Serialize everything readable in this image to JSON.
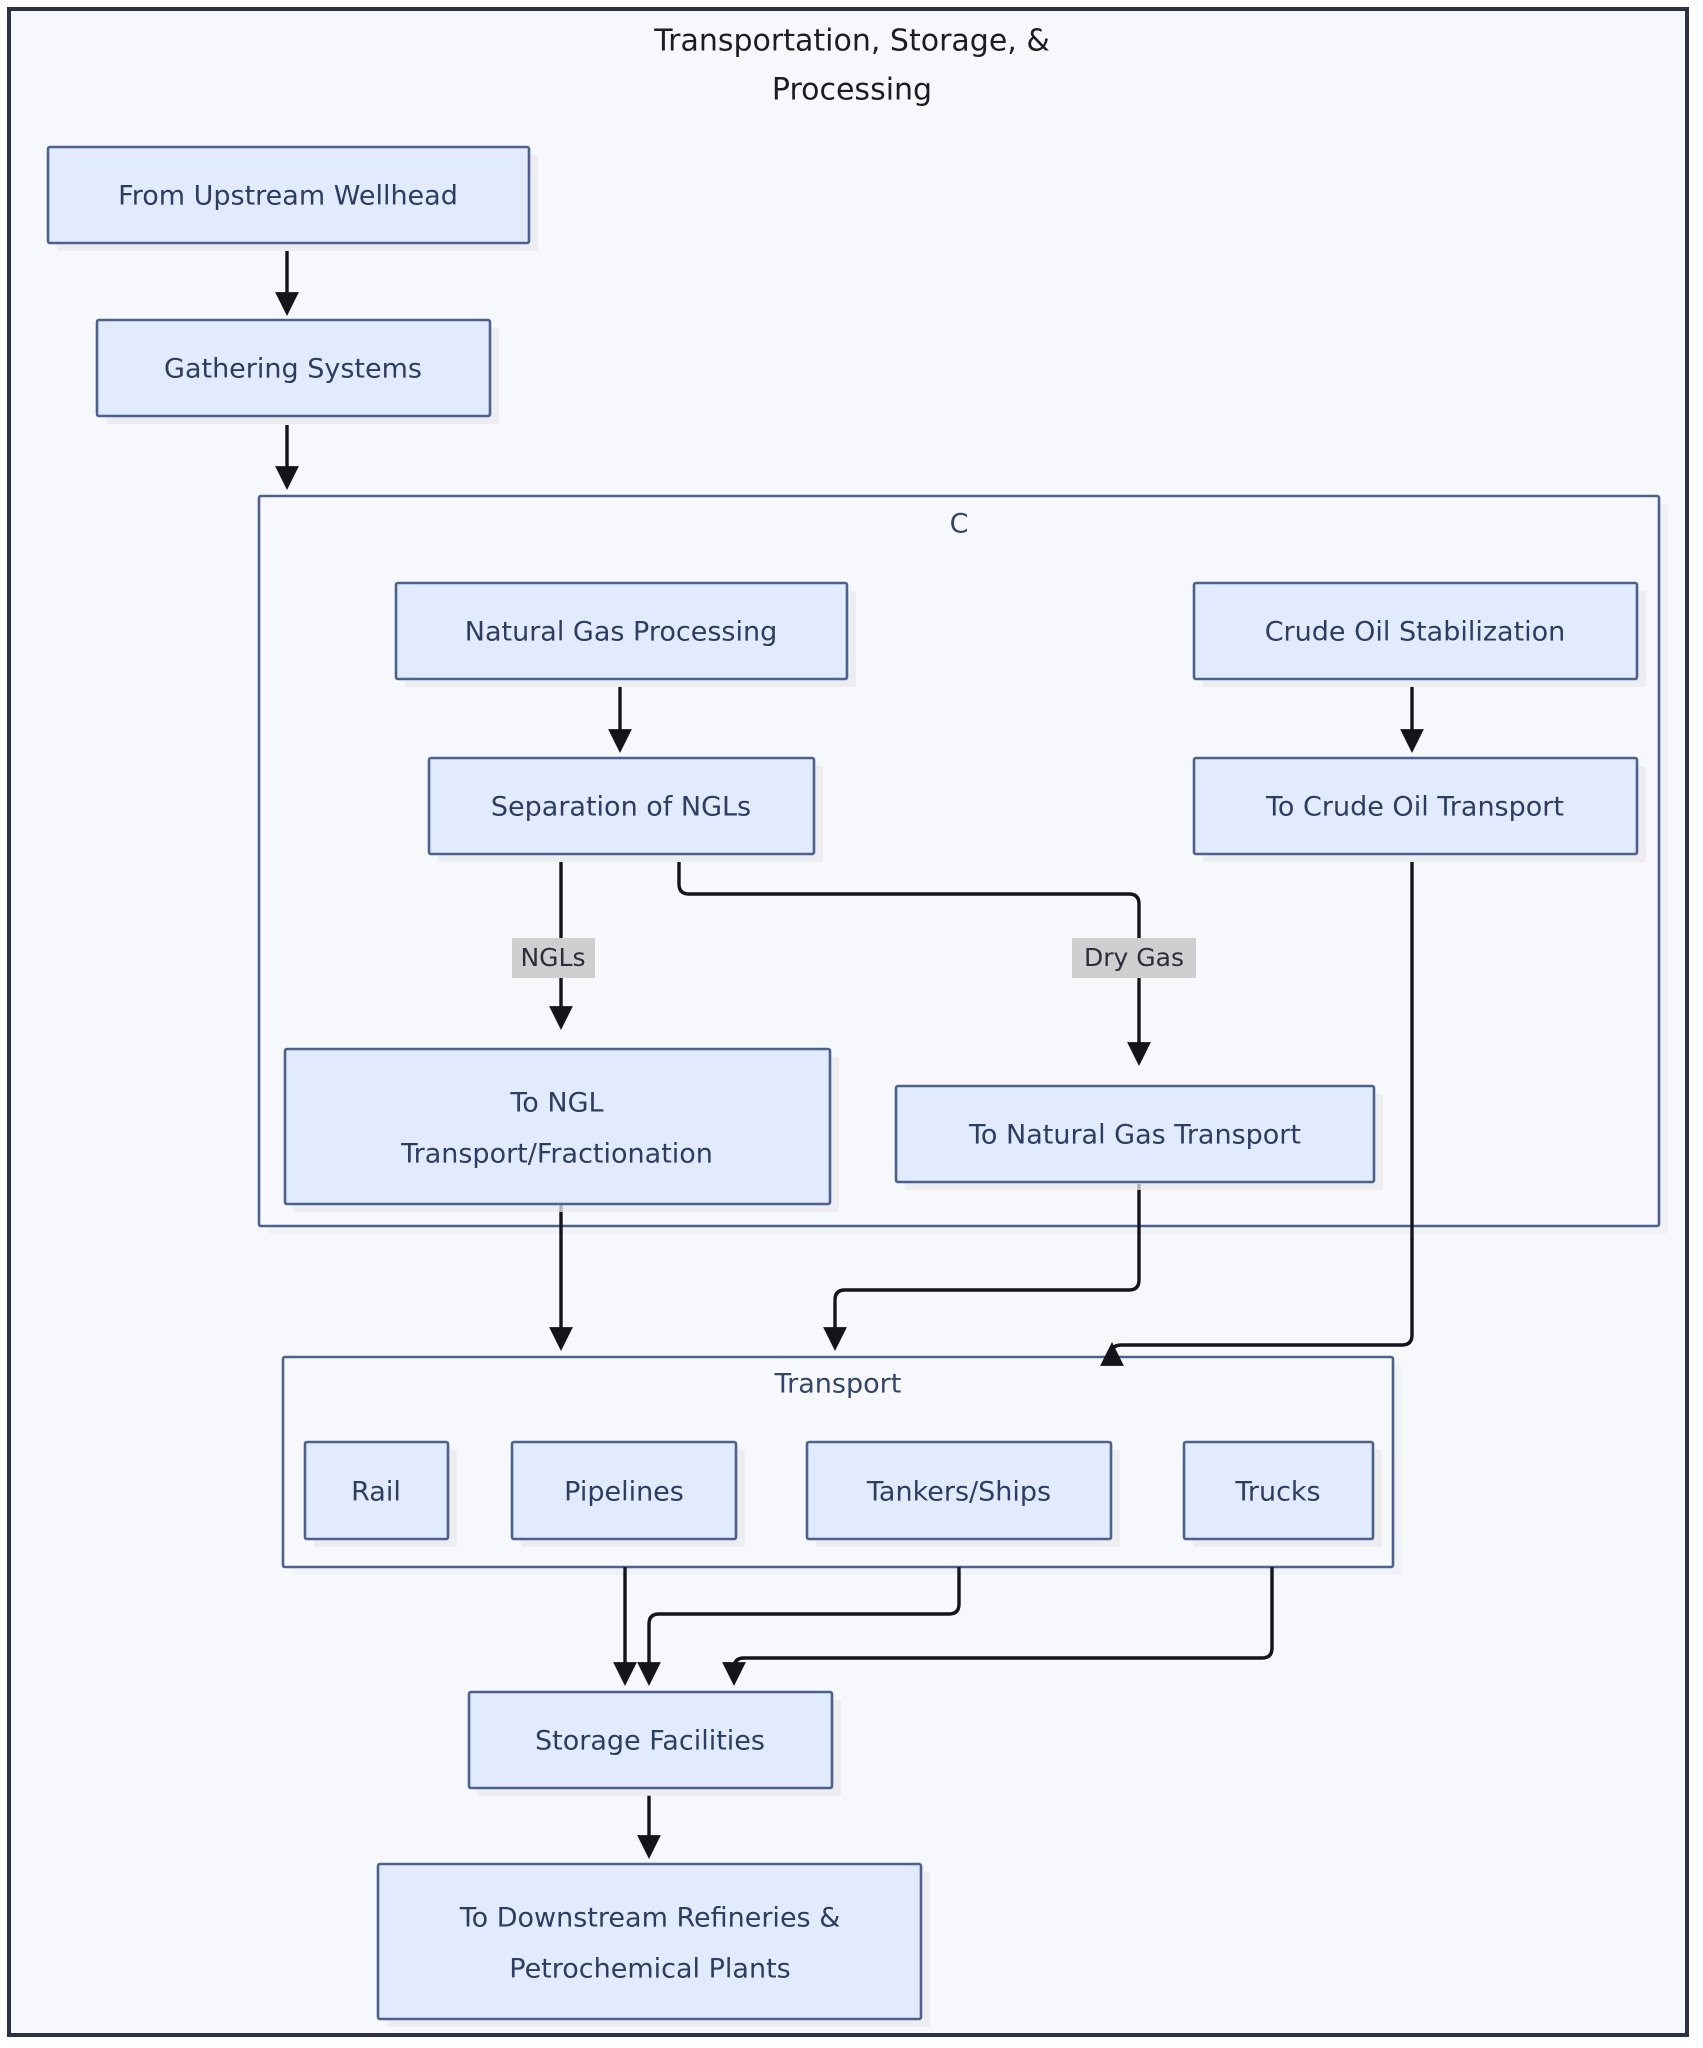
{
  "diagram": {
    "title_line1": "Transportation, Storage, &",
    "title_line2": "Processing",
    "type": "flowchart",
    "direction": "top-to-bottom"
  },
  "clusters": {
    "processing": {
      "label": "C"
    },
    "transport": {
      "label": "Transport"
    }
  },
  "nodes": {
    "upstream": {
      "label": "From Upstream Wellhead"
    },
    "gathering": {
      "label": "Gathering Systems"
    },
    "gas_processing": {
      "label": "Natural Gas Processing"
    },
    "crude_stabilization": {
      "label": "Crude Oil Stabilization"
    },
    "ngl_separation": {
      "label": "Separation of NGLs"
    },
    "crude_transport": {
      "label": "To Crude Oil Transport"
    },
    "ngl_transport_l1": {
      "label": "To NGL"
    },
    "ngl_transport_l2": {
      "label": "Transport/Fractionation"
    },
    "gas_transport": {
      "label": "To Natural Gas Transport"
    },
    "rail": {
      "label": "Rail"
    },
    "pipelines": {
      "label": "Pipelines"
    },
    "tankers": {
      "label": "Tankers/Ships"
    },
    "trucks": {
      "label": "Trucks"
    },
    "storage": {
      "label": "Storage Facilities"
    },
    "downstream_l1": {
      "label": "To Downstream Refineries &"
    },
    "downstream_l2": {
      "label": "Petrochemical Plants"
    }
  },
  "edge_labels": {
    "ngls": "NGLs",
    "dry_gas": "Dry Gas"
  },
  "colors": {
    "node_fill": "#e2eafd",
    "node_stroke": "#4a6192",
    "node_text": "#2c3c63",
    "frame_stroke": "#2e3047",
    "canvas_bg": "#f7f8fb",
    "edge_stroke": "#14151a",
    "edge_label_bg": "#cfcfcf"
  }
}
